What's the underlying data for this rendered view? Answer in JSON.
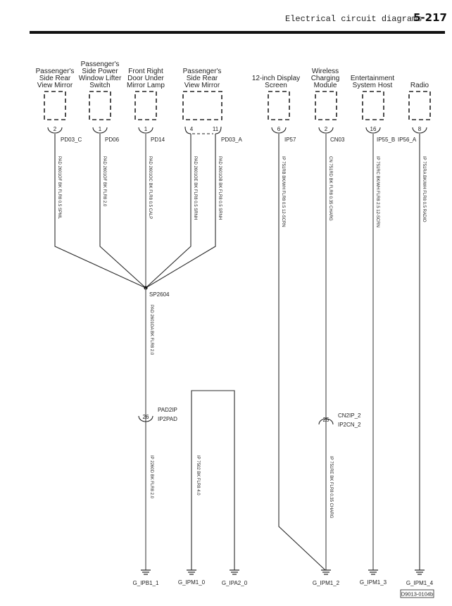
{
  "header": {
    "title": "Electrical circuit diagrams",
    "page": "5-217"
  },
  "components": [
    {
      "id": "pass-rear-mirror-c",
      "label_lines": [
        "Passenger's",
        "Side Rear",
        "View Mirror"
      ],
      "pins": [
        "2"
      ],
      "connector": "PD03_C"
    },
    {
      "id": "pass-window-lifter",
      "label_lines": [
        "Passenger's",
        "Side Power",
        "Window Lifter",
        "Switch"
      ],
      "pins": [
        "1"
      ],
      "connector": "PD06"
    },
    {
      "id": "fr-door-mirror-lamp",
      "label_lines": [
        "Front Right",
        "Door Under",
        "Mirror Lamp"
      ],
      "pins": [
        "1"
      ],
      "connector": "PD14"
    },
    {
      "id": "pass-rear-mirror-a",
      "label_lines": [
        "Passenger's",
        "Side Rear",
        "View Mirror"
      ],
      "pins": [
        "4",
        "11"
      ],
      "connector": "PD03_A"
    },
    {
      "id": "display-12in",
      "label_lines": [
        "12-inch Display",
        "Screen"
      ],
      "pins": [
        "6"
      ],
      "connector": "IP57"
    },
    {
      "id": "wireless-charging",
      "label_lines": [
        "Wireless",
        "Charging",
        "Module"
      ],
      "pins": [
        "2"
      ],
      "connector": "CN03"
    },
    {
      "id": "entertainment-host",
      "label_lines": [
        "Entertainment",
        "System Host"
      ],
      "pins": [
        "16"
      ],
      "connector": "IP55_B"
    },
    {
      "id": "radio",
      "label_lines": [
        "Radio"
      ],
      "pins": [
        "8"
      ],
      "connector": "IP56_A"
    }
  ],
  "wires": [
    "PAD 2601OF BK FLR8 0.5 SPML",
    "PAD 2601OF BK FLR8 2.0",
    "PAD 2601OC BK FLR8 0.5 CALP",
    "PAD 2601OE BK FLR8 0.5 SRNH",
    "PAD 2601OB BK FLR8 0.5 SRNH",
    "IP 751RB BK/WH FLR8 0.5 12-SCRN",
    "CN 751RD BK FLR8 0.35 CHARG",
    "IP 751RC BK/WH FLR8 2.5 12-SCRN",
    "IP 751RA BK/WH FLR8 0.5 RADIO",
    "PAD 2601OA BK FLR8 2.0",
    "IP 2260D BK FLR8 2.0",
    "IP 7502 BK FLR8 4.0",
    "IP 751RE BK FLR8 0.35 CHARG"
  ],
  "splice": "SP2604",
  "inline_connectors": [
    {
      "pin": "26",
      "names": [
        "PAD2IP",
        "IP2PAD"
      ]
    },
    {
      "pin": "25",
      "names": [
        "CN2IP_2",
        "IP2CN_2"
      ]
    }
  ],
  "grounds": [
    "G_IPB1_1",
    "G_IPM1_0",
    "G_IPA2_0",
    "G_IPM1_2",
    "G_IPM1_3",
    "G_IPM1_4"
  ],
  "doc_id": "D9013-0104b"
}
